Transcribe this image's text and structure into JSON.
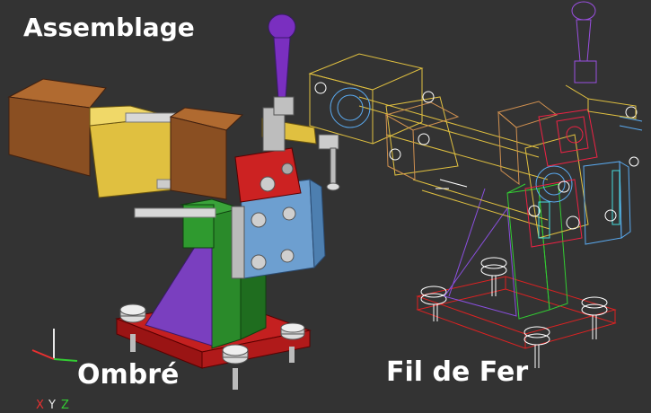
{
  "labels": {
    "title": "Assemblage",
    "shaded": "Ombré",
    "wireframe": "Fil de Fer"
  },
  "axes": {
    "x": "X",
    "y": "Y",
    "z": "Z"
  },
  "colors": {
    "background": "#333333",
    "axis_x": "#e83030",
    "axis_y": "#e8e8e8",
    "axis_z": "#33cc33",
    "handle": "#7a2fc0",
    "base": "#c42020",
    "cylinder": "#e0c040",
    "block": "#9a5a28",
    "plate": "#6d9fd0",
    "column": "#2a8a2a",
    "gusset": "#7a3fbf"
  }
}
